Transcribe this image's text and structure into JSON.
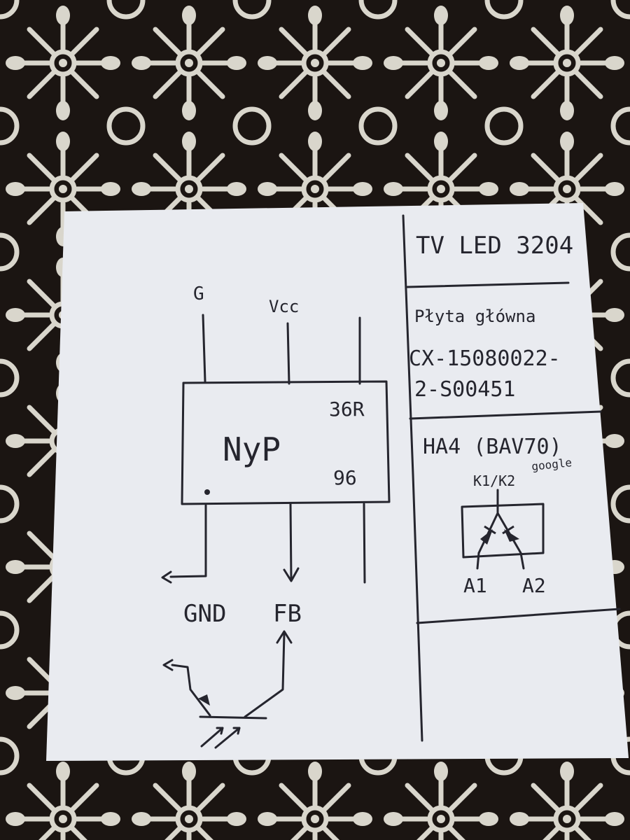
{
  "background": {
    "surface": "white crochet lace doily on a dark brown cloth",
    "paper_color": "#e9ebf0",
    "ink_color": "#25252e",
    "lace_color": "#d9d6cc"
  },
  "schematic": {
    "top_pins": [
      "G",
      "Vcc"
    ],
    "chip": {
      "name": "NyP",
      "code_top": "36R",
      "code_bottom": "96",
      "pin1_marker": "dot"
    },
    "bottom_labels": [
      "GND",
      "FB"
    ]
  },
  "info": {
    "title": "TV LED 3204",
    "board_label": "Płyta główna",
    "board_number_line1": "CX-15080022-",
    "board_number_line2": "2-S00451",
    "part_marking": "HA4 (BAV70)",
    "part_note": "google",
    "diode_common": "K1/K2",
    "diode_pins": [
      "A1",
      "A2"
    ]
  }
}
